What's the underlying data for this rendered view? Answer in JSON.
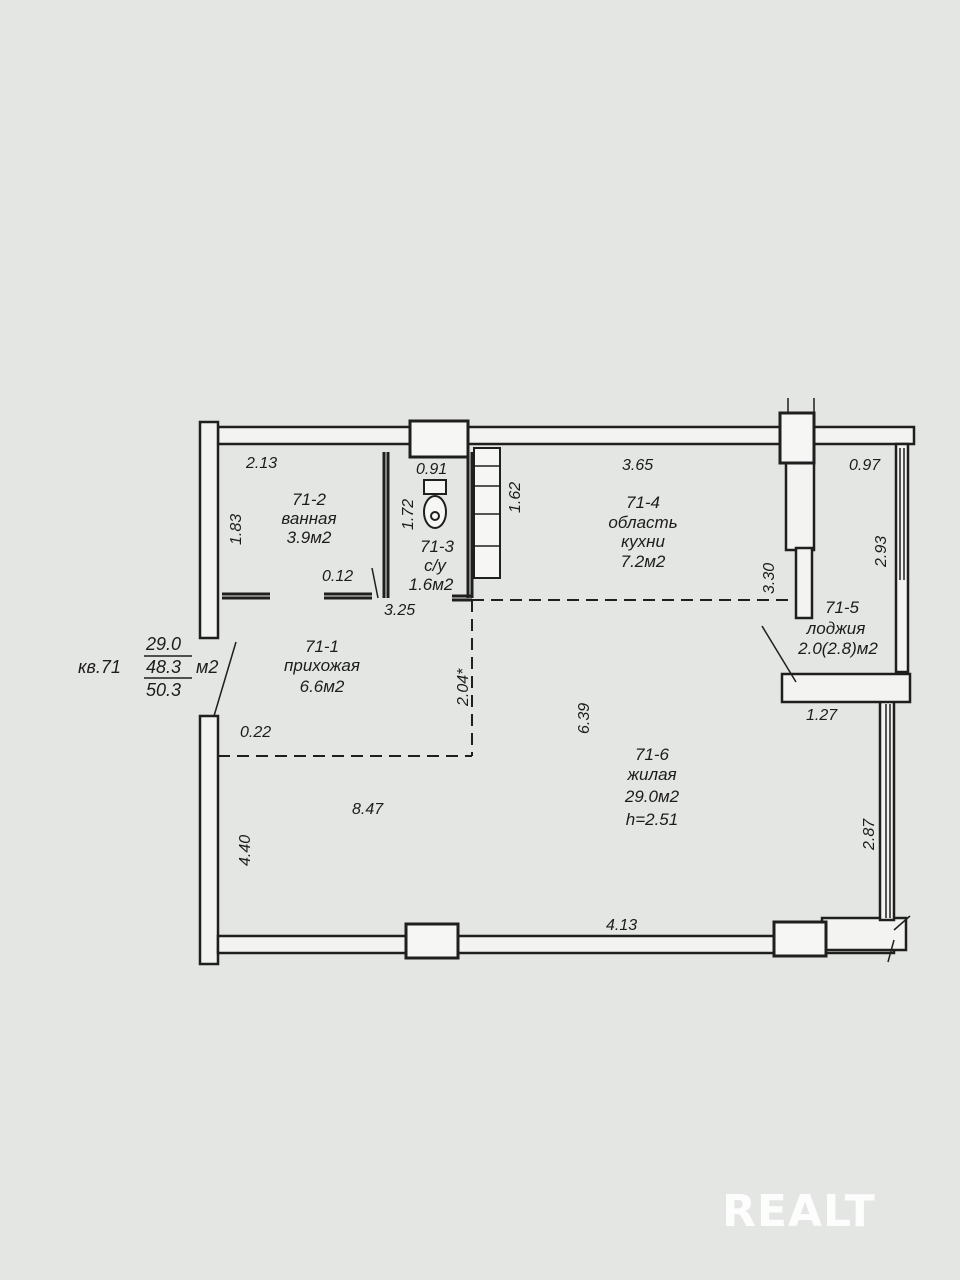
{
  "apartment": {
    "label": "кв.71",
    "area_living": "29.0",
    "area_total": "48.3",
    "area_with_loggia": "50.3",
    "unit": "м2"
  },
  "rooms": {
    "bathroom": {
      "id": "71-2",
      "name": "ванная",
      "area": "3.9м2"
    },
    "wc": {
      "id": "71-3",
      "name": "с/у",
      "area": "1.6м2"
    },
    "kitchen": {
      "id": "71-4",
      "name_line1": "область",
      "name_line2": "кухни",
      "area": "7.2м2"
    },
    "loggia": {
      "id": "71-5",
      "name": "лоджия",
      "area": "2.0(2.8)м2"
    },
    "hallway": {
      "id": "71-1",
      "name": "прихожая",
      "area": "6.6м2"
    },
    "living": {
      "id": "71-6",
      "name": "жилая",
      "area": "29.0м2",
      "height": "h=2.51"
    }
  },
  "dimensions": {
    "bath_width": "2.13",
    "bath_height": "1.83",
    "wc_width": "0.91",
    "wc_height": "1.72",
    "wc_side": "1.62",
    "kitchen_width": "3.65",
    "kitchen_height": "3.30",
    "loggia_top": "0.97",
    "loggia_side": "2.93",
    "loggia_bottom": "1.27",
    "partition": "0.12",
    "hall_width": "3.25",
    "hall_side": "2.04*",
    "entry_offset": "0.22",
    "living_length": "6.39",
    "living_width": "8.47",
    "left_side": "4.40",
    "bottom_width": "4.13",
    "right_lower": "2.87"
  },
  "watermark": "REALT",
  "colors": {
    "background": "#e4e6e3",
    "wall": "#1f1f1f",
    "wall_fill": "#f3f3f1"
  }
}
